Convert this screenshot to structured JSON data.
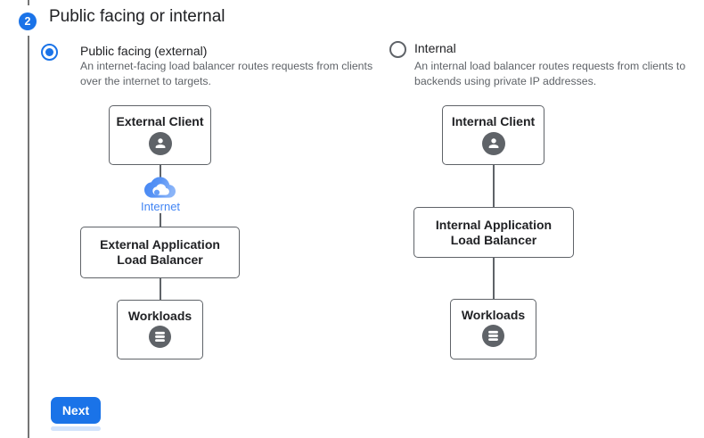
{
  "step": {
    "number": "2",
    "title": "Public facing or internal"
  },
  "options": {
    "external": {
      "label": "Public facing (external)",
      "selected": true,
      "desc_line1": "An internet-facing load balancer routes requests from clients",
      "desc_line2": "over the internet to targets."
    },
    "internal": {
      "label": "Internal",
      "selected": false,
      "desc_line1": "An internal load balancer routes requests from clients to",
      "desc_line2": "backends using private IP addresses."
    }
  },
  "diagram_external": {
    "client_label": "External Client",
    "internet_label": "Internet",
    "load_balancer_label": "External Application Load Balancer",
    "workloads_label": "Workloads"
  },
  "diagram_internal": {
    "client_label": "Internal Client",
    "load_balancer_label": "Internal Application Load Balancer",
    "workloads_label": "Workloads"
  },
  "footer": {
    "next_label": "Next"
  },
  "colors": {
    "accent": "#1a73e8",
    "node_border": "#5f6368",
    "icon_fill": "#5f6368",
    "internet_text": "#4285f4",
    "muted_text": "#5f6368"
  },
  "icons": {
    "client": "person-icon",
    "workloads": "database-stack-icon",
    "internet": "cloud-icon"
  }
}
